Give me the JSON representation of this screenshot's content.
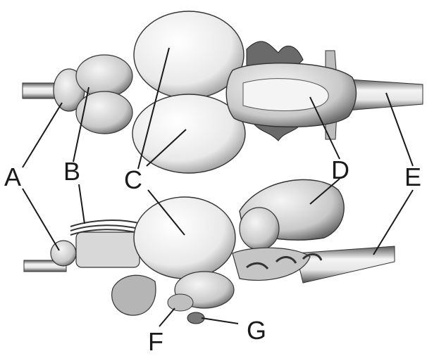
{
  "labels": {
    "a": "A",
    "b": "B",
    "c": "C",
    "d": "D",
    "e": "E",
    "f": "F",
    "g": "G"
  },
  "colors": {
    "ink": "#1a1a1a",
    "tissue_light": "#efefef",
    "tissue_mid": "#cfcfcf",
    "tissue_dark": "#6a6a6a"
  }
}
